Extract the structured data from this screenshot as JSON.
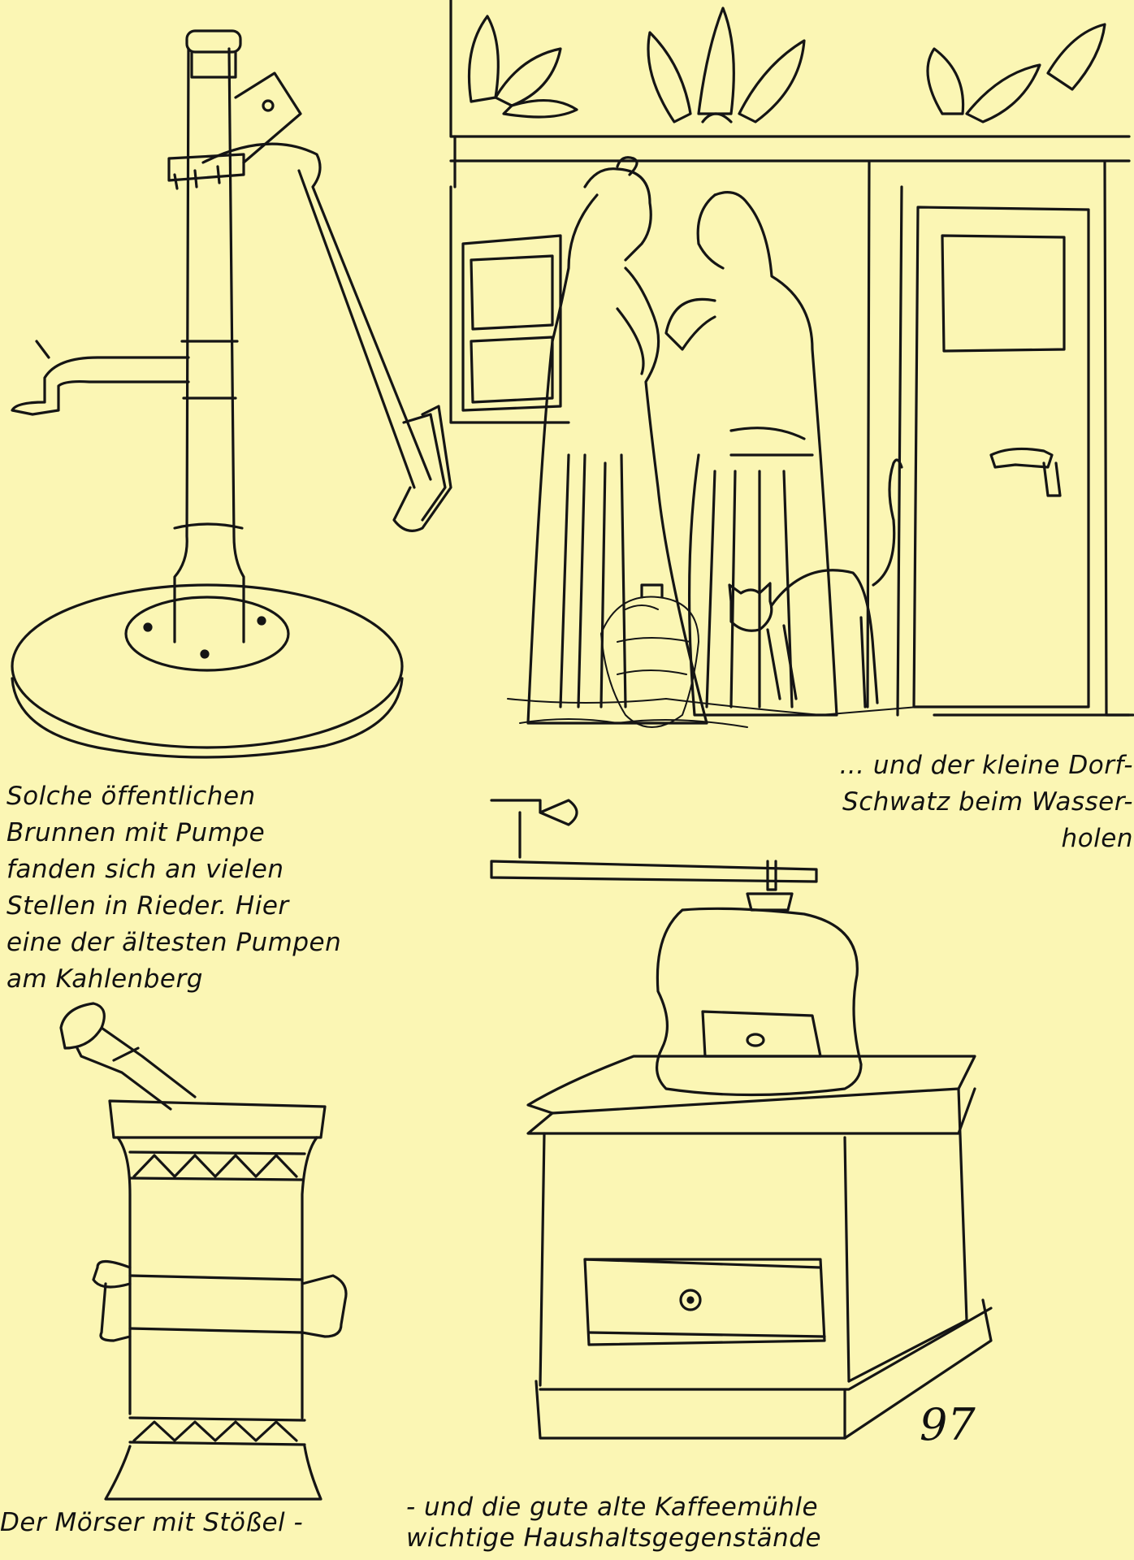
{
  "captions": {
    "pump": "Solche öffentlichen\nBrunnen mit Pumpe\nfanden sich an vielen\nStellen in Rieder. Hier\neine der ältesten Pumpen\nam Kahlenberg",
    "gossip": "... und der kleine Dorf-\nSchwatz beim Wasser-\nholen",
    "moerser": "Der Mörser mit Stößel -",
    "muehle": "- und die gute alte Kaffeemühle\nwichtige Haushaltsgegenstände"
  },
  "page_number": "97",
  "colors": {
    "paper": "#fbf6b4",
    "ink": "#151515"
  }
}
